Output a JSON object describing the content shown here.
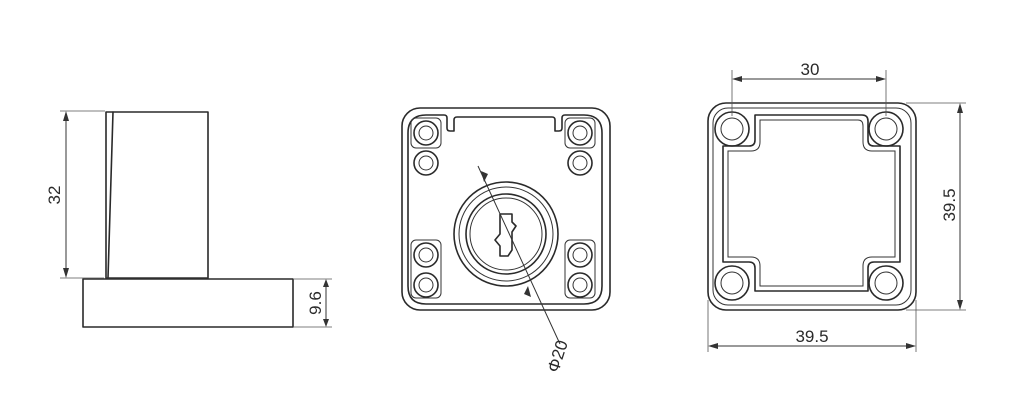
{
  "side_view": {
    "height_dim": "32",
    "flange_dim": "9.6"
  },
  "front_view": {
    "diameter_dim": "Φ20"
  },
  "back_view": {
    "hole_spacing_dim": "30",
    "height_dim": "39.5",
    "width_dim": "39.5"
  }
}
